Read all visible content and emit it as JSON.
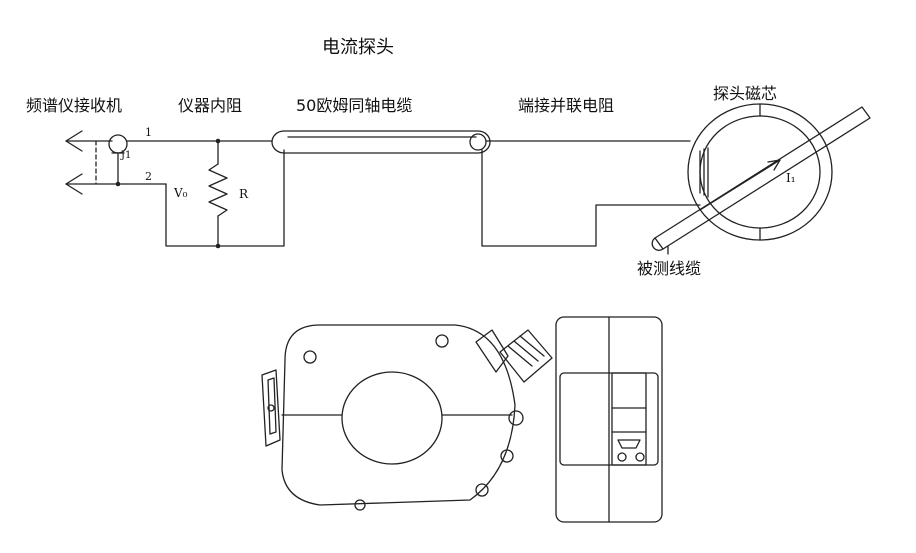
{
  "title": "电流探头",
  "labels": {
    "receiver": "频谱仪接收机",
    "internal_resistance": "仪器内阻",
    "coax_cable": "50欧姆同轴电缆",
    "terminating_resistor": "端接并联电阻",
    "probe_core": "探头磁芯",
    "cable_under_test": "被测线缆"
  },
  "symbols": {
    "pin1": "1",
    "pin2": "2",
    "pin_j1": "J1",
    "voltage": "V₀",
    "resistor": "R",
    "current": "I₁"
  }
}
